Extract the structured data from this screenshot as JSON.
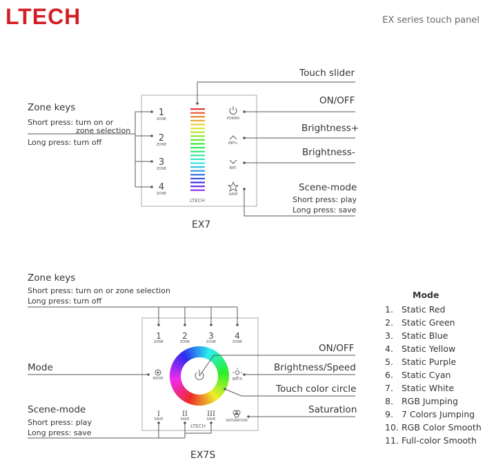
{
  "header": {
    "logo": "LTECH",
    "series": "EX series touch panel"
  },
  "ex7": {
    "caption": "EX7",
    "touch_slider": "Touch slider",
    "on_off": "ON/OFF",
    "brightness_plus": "Brightness+",
    "brightness_minus": "Brightness-",
    "scene_mode": "Scene-mode",
    "scene_short": "Short press: play",
    "scene_long": "Long press: save",
    "zone_keys": "Zone keys",
    "zone_short_1": "Short press: turn on or",
    "zone_short_2": "zone selection",
    "zone_long": "Long press: turn off",
    "panel": {
      "zones": [
        "1",
        "2",
        "3",
        "4"
      ],
      "zone_caption": "ZONE",
      "power_caption": "POWER",
      "bri_plus_caption": "BRT+",
      "bri_minus_caption": "BRT-",
      "save_caption": "SAVE",
      "logo": "LTECH"
    }
  },
  "ex7s": {
    "caption": "EX7S",
    "zone_keys": "Zone keys",
    "zone_short": "Short press: turn on or zone selection",
    "zone_long": "Long press: turn off",
    "mode": "Mode",
    "scene_mode": "Scene-mode",
    "scene_short": "Short press: play",
    "scene_long": "Long press: save",
    "on_off": "ON/OFF",
    "brightness_speed": "Brightness/Speed",
    "touch_color_circle": "Touch color circle",
    "saturation": "Saturation",
    "panel": {
      "zones": [
        "1",
        "2",
        "3",
        "4"
      ],
      "zone_caption": "ZONE",
      "mode_caption": "MODE",
      "bri_caption": "BRT/S",
      "saturation_caption": "SATURATION",
      "save_caption": "SAVE",
      "scenes": [
        "I",
        "II",
        "III"
      ],
      "logo": "LTECH"
    }
  },
  "modes": {
    "title": "Mode",
    "items": [
      {
        "num": "1.",
        "label": "Static Red"
      },
      {
        "num": "2.",
        "label": "Static Green"
      },
      {
        "num": "3.",
        "label": "Static Blue"
      },
      {
        "num": "4.",
        "label": "Static Yellow"
      },
      {
        "num": "5.",
        "label": "Static Purple"
      },
      {
        "num": "6.",
        "label": "Static Cyan"
      },
      {
        "num": "7.",
        "label": "Static White"
      },
      {
        "num": "8.",
        "label": "RGB Jumping"
      },
      {
        "num": "9.",
        "label": "7 Colors Jumping"
      },
      {
        "num": "10.",
        "label": "RGB Color Smooth"
      },
      {
        "num": "11.",
        "label": "Full-color Smooth"
      }
    ]
  }
}
